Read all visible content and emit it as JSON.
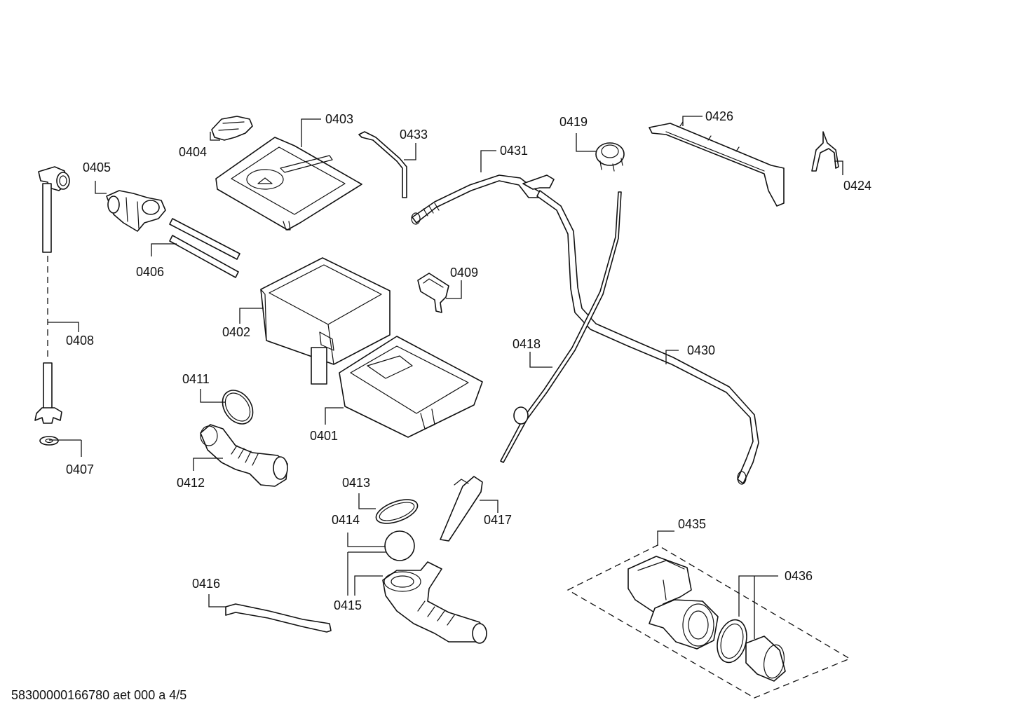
{
  "labels": {
    "p0401": "0401",
    "p0402": "0402",
    "p0403": "0403",
    "p0404": "0404",
    "p0405": "0405",
    "p0406": "0406",
    "p0407": "0407",
    "p0408": "0408",
    "p0409": "0409",
    "p0411": "0411",
    "p0412": "0412",
    "p0413": "0413",
    "p0414": "0414",
    "p0415": "0415",
    "p0416": "0416",
    "p0417": "0417",
    "p0418": "0418",
    "p0419": "0419",
    "p0424": "0424",
    "p0426": "0426",
    "p0430": "0430",
    "p0431": "0431",
    "p0433": "0433",
    "p0435": "0435",
    "p0436": "0436"
  },
  "footer": "58300000166780 aet 000 a 4/5"
}
